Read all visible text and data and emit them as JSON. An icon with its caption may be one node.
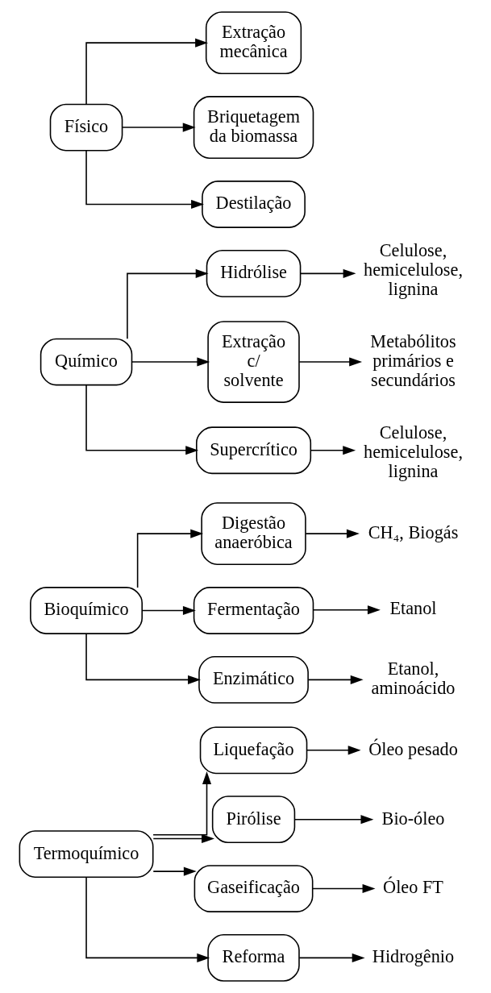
{
  "diagram": {
    "nodes": [
      {
        "text": [
          "Termoquímico"
        ]
      },
      {
        "text": [
          "Liquefação"
        ]
      },
      {
        "text": [
          "Óleo pesado"
        ]
      },
      {
        "text": [
          "Pirólise"
        ]
      },
      {
        "text": [
          "Bio-óleo"
        ]
      },
      {
        "text": [
          "Gaseificação"
        ]
      },
      {
        "text": [
          "Óleo FT"
        ]
      },
      {
        "text": [
          "Reforma"
        ]
      },
      {
        "text": [
          "Hidrogênio"
        ]
      },
      {
        "text": [
          "Bioquímico"
        ]
      },
      {
        "text": [
          "Digestão anaeróbica"
        ]
      },
      {
        "text": [
          "CH₄, Biogás"
        ]
      },
      {
        "text": [
          "Fermentação"
        ]
      },
      {
        "text": [
          "Etanol"
        ]
      },
      {
        "text": [
          "Enzimático"
        ]
      },
      {
        "text": [
          "Etanol, aminoácido"
        ]
      },
      {
        "text": [
          "Químico"
        ]
      },
      {
        "text": [
          "Hidrólise"
        ]
      },
      {
        "text": [
          "Celulose, hemicelulose, lignina"
        ]
      },
      {
        "text": [
          "Extração c/ solvente"
        ]
      },
      {
        "text": [
          "Metabólitos primários e secundários"
        ]
      },
      {
        "text": [
          "Supercrítico"
        ]
      },
      {
        "text": [
          "Celulose, hemicelulose, lignina"
        ]
      },
      {
        "text": [
          "Físico"
        ]
      },
      {
        "text": [
          "Extração mecânica"
        ]
      },
      {
        "text": [
          "Briquetagem da biomassa"
        ]
      },
      {
        "text": [
          "Destilação"
        ]
      }
    ],
    "edges": [
      {
        "from": 0,
        "to": 1,
        "arrow": "to"
      },
      {
        "from": 1,
        "to": 2,
        "arrow": "to"
      },
      {
        "from": 0,
        "to": 3,
        "arrow": "to"
      },
      {
        "from": 3,
        "to": 4,
        "arrow": "to"
      },
      {
        "from": 0,
        "to": 5,
        "arrow": "to"
      },
      {
        "from": 5,
        "to": 6,
        "arrow": "to"
      },
      {
        "from": 0,
        "to": 7,
        "arrow": "to"
      },
      {
        "from": 7,
        "to": 8,
        "arrow": "to"
      },
      {
        "from": 9,
        "to": 10,
        "arrow": "to"
      },
      {
        "from": 10,
        "to": 11,
        "arrow": "to"
      },
      {
        "from": 9,
        "to": 12,
        "arrow": "to"
      },
      {
        "from": 12,
        "to": 13,
        "arrow": "to"
      },
      {
        "from": 9,
        "to": 14,
        "arrow": "to"
      },
      {
        "from": 14,
        "to": 15,
        "arrow": "to"
      },
      {
        "from": 16,
        "to": 17,
        "arrow": "to"
      },
      {
        "from": 17,
        "to": 18,
        "arrow": "to"
      },
      {
        "from": 16,
        "to": 19,
        "arrow": "to"
      },
      {
        "from": 19,
        "to": 20,
        "arrow": "to"
      },
      {
        "from": 16,
        "to": 21,
        "arrow": "to"
      },
      {
        "from": 21,
        "to": 22,
        "arrow": "to"
      },
      {
        "from": 23,
        "to": 24,
        "arrow": "to"
      },
      {
        "from": 23,
        "to": 25,
        "arrow": "to"
      },
      {
        "from": 23,
        "to": 26,
        "arrow": "to"
      }
    ]
  }
}
